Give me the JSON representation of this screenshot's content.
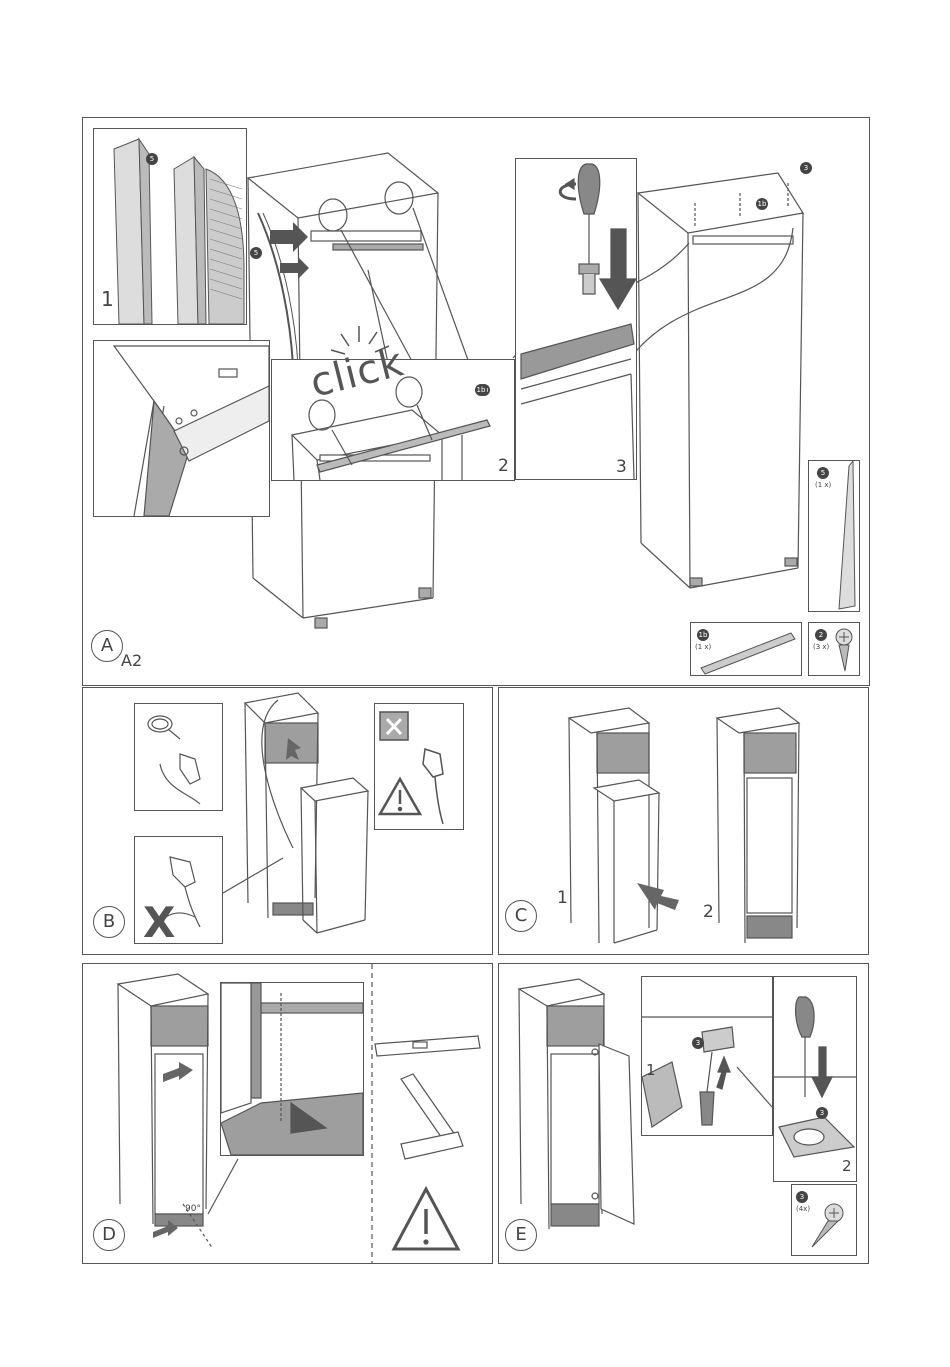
{
  "panel_a": {
    "letter": "A",
    "sublabel": "A2",
    "step1": "1",
    "step2": "2",
    "step3": "3",
    "click_text": "click",
    "badge_5": "5",
    "badge_1b": "1b",
    "badge_3": "3",
    "parts": {
      "strip": {
        "badge": "5",
        "qty": "(1 x)"
      },
      "rail": {
        "badge": "1b",
        "qty": "(1 x)"
      },
      "screw": {
        "badge": "2",
        "qty": "(3 x)"
      }
    }
  },
  "panel_b": {
    "letter": "B"
  },
  "panel_c": {
    "letter": "C",
    "step1": "1",
    "step2": "2"
  },
  "panel_d": {
    "letter": "D",
    "angle": "90°"
  },
  "panel_e": {
    "letter": "E",
    "step1": "1",
    "step2": "2",
    "badge_3": "3",
    "parts": {
      "screw": {
        "badge": "3",
        "qty": "(4x)"
      }
    }
  },
  "colors": {
    "line": "#555555",
    "fill_gray": "#9e9e9e",
    "dark_gray": "#6e6e6e"
  }
}
